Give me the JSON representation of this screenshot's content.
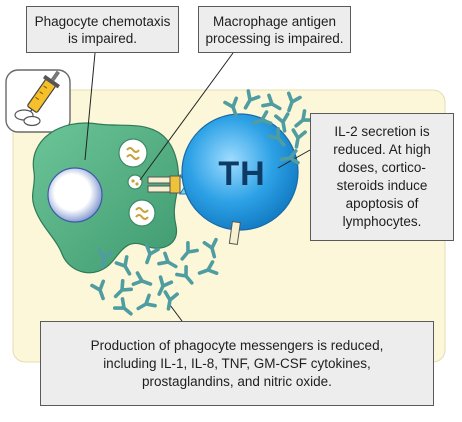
{
  "callouts": {
    "chemotaxis": "Phagocyte chemotaxis\nis impaired.",
    "antigen": "Macrophage antigen\nprocessing is impaired.",
    "il2": "IL-2 secretion is\nreduced. At high\ndoses, cortico-\nsteroids induce\napoptosis of\nlymphocytes.",
    "messengers": "Production of phagocyte messengers is reduced,\nincluding IL-1, IL-8, TNF, GM-CSF cytokines,\nprostaglandins, and nitric oxide."
  },
  "cell_label": "TH",
  "icons": {
    "drug": "syringe-and-pills-icon"
  },
  "colors": {
    "background_panel": "#fbf7d8",
    "phagocyte": "#5fb98c",
    "nucleus": "#ffffff",
    "th_cell": "#2f9fe0",
    "messenger": "#5aa6a8",
    "receptor": "#f5f0d0",
    "callout_fill": "#ededed"
  }
}
